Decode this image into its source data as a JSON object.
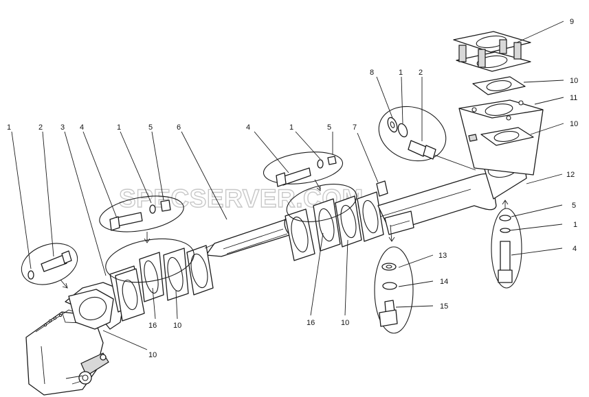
{
  "watermark": "SPECSERVER.COM",
  "callouts": {
    "c9": "9",
    "c10a": "10",
    "c11": "11",
    "c10b": "10",
    "c8": "8",
    "c1a": "1",
    "c2a": "2",
    "c12": "12",
    "c5a": "5",
    "c1b": "1",
    "c4a": "4",
    "c13": "13",
    "c14": "14",
    "c15": "15",
    "c4b": "4",
    "c1c": "1",
    "c5b": "5",
    "c7": "7",
    "c16a": "16",
    "c10c": "10",
    "c1d": "1",
    "c2b": "2",
    "c3": "3",
    "c4c": "4",
    "c1e": "1",
    "c5c": "5",
    "c6": "6",
    "c16b": "16",
    "c10d": "10",
    "c10e": "10"
  }
}
